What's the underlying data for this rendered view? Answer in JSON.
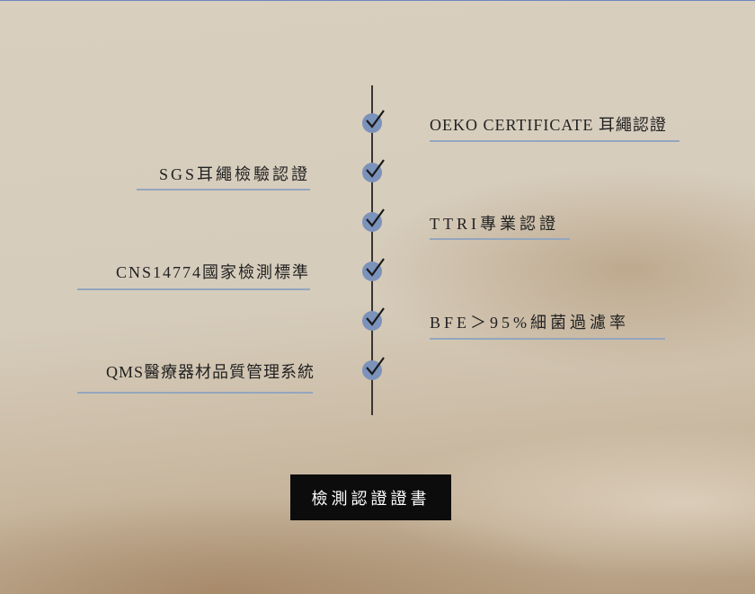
{
  "certifications": [
    {
      "text": "OEKO CERTIFICATE 耳繩認證",
      "side": "right"
    },
    {
      "text": "SGS耳繩檢驗認證",
      "side": "left"
    },
    {
      "text": "TTRI專業認證",
      "side": "right"
    },
    {
      "text": "CNS14774國家檢測標準",
      "side": "left"
    },
    {
      "text": "BFE＞95%細菌過濾率",
      "side": "right"
    },
    {
      "text": "QMS醫療器材品質管理系統",
      "side": "left"
    }
  ],
  "button_label": "檢測認證證書",
  "colors": {
    "check": "#7b92bb",
    "underline": "#93a6bd",
    "button": "#0d0c0c"
  }
}
